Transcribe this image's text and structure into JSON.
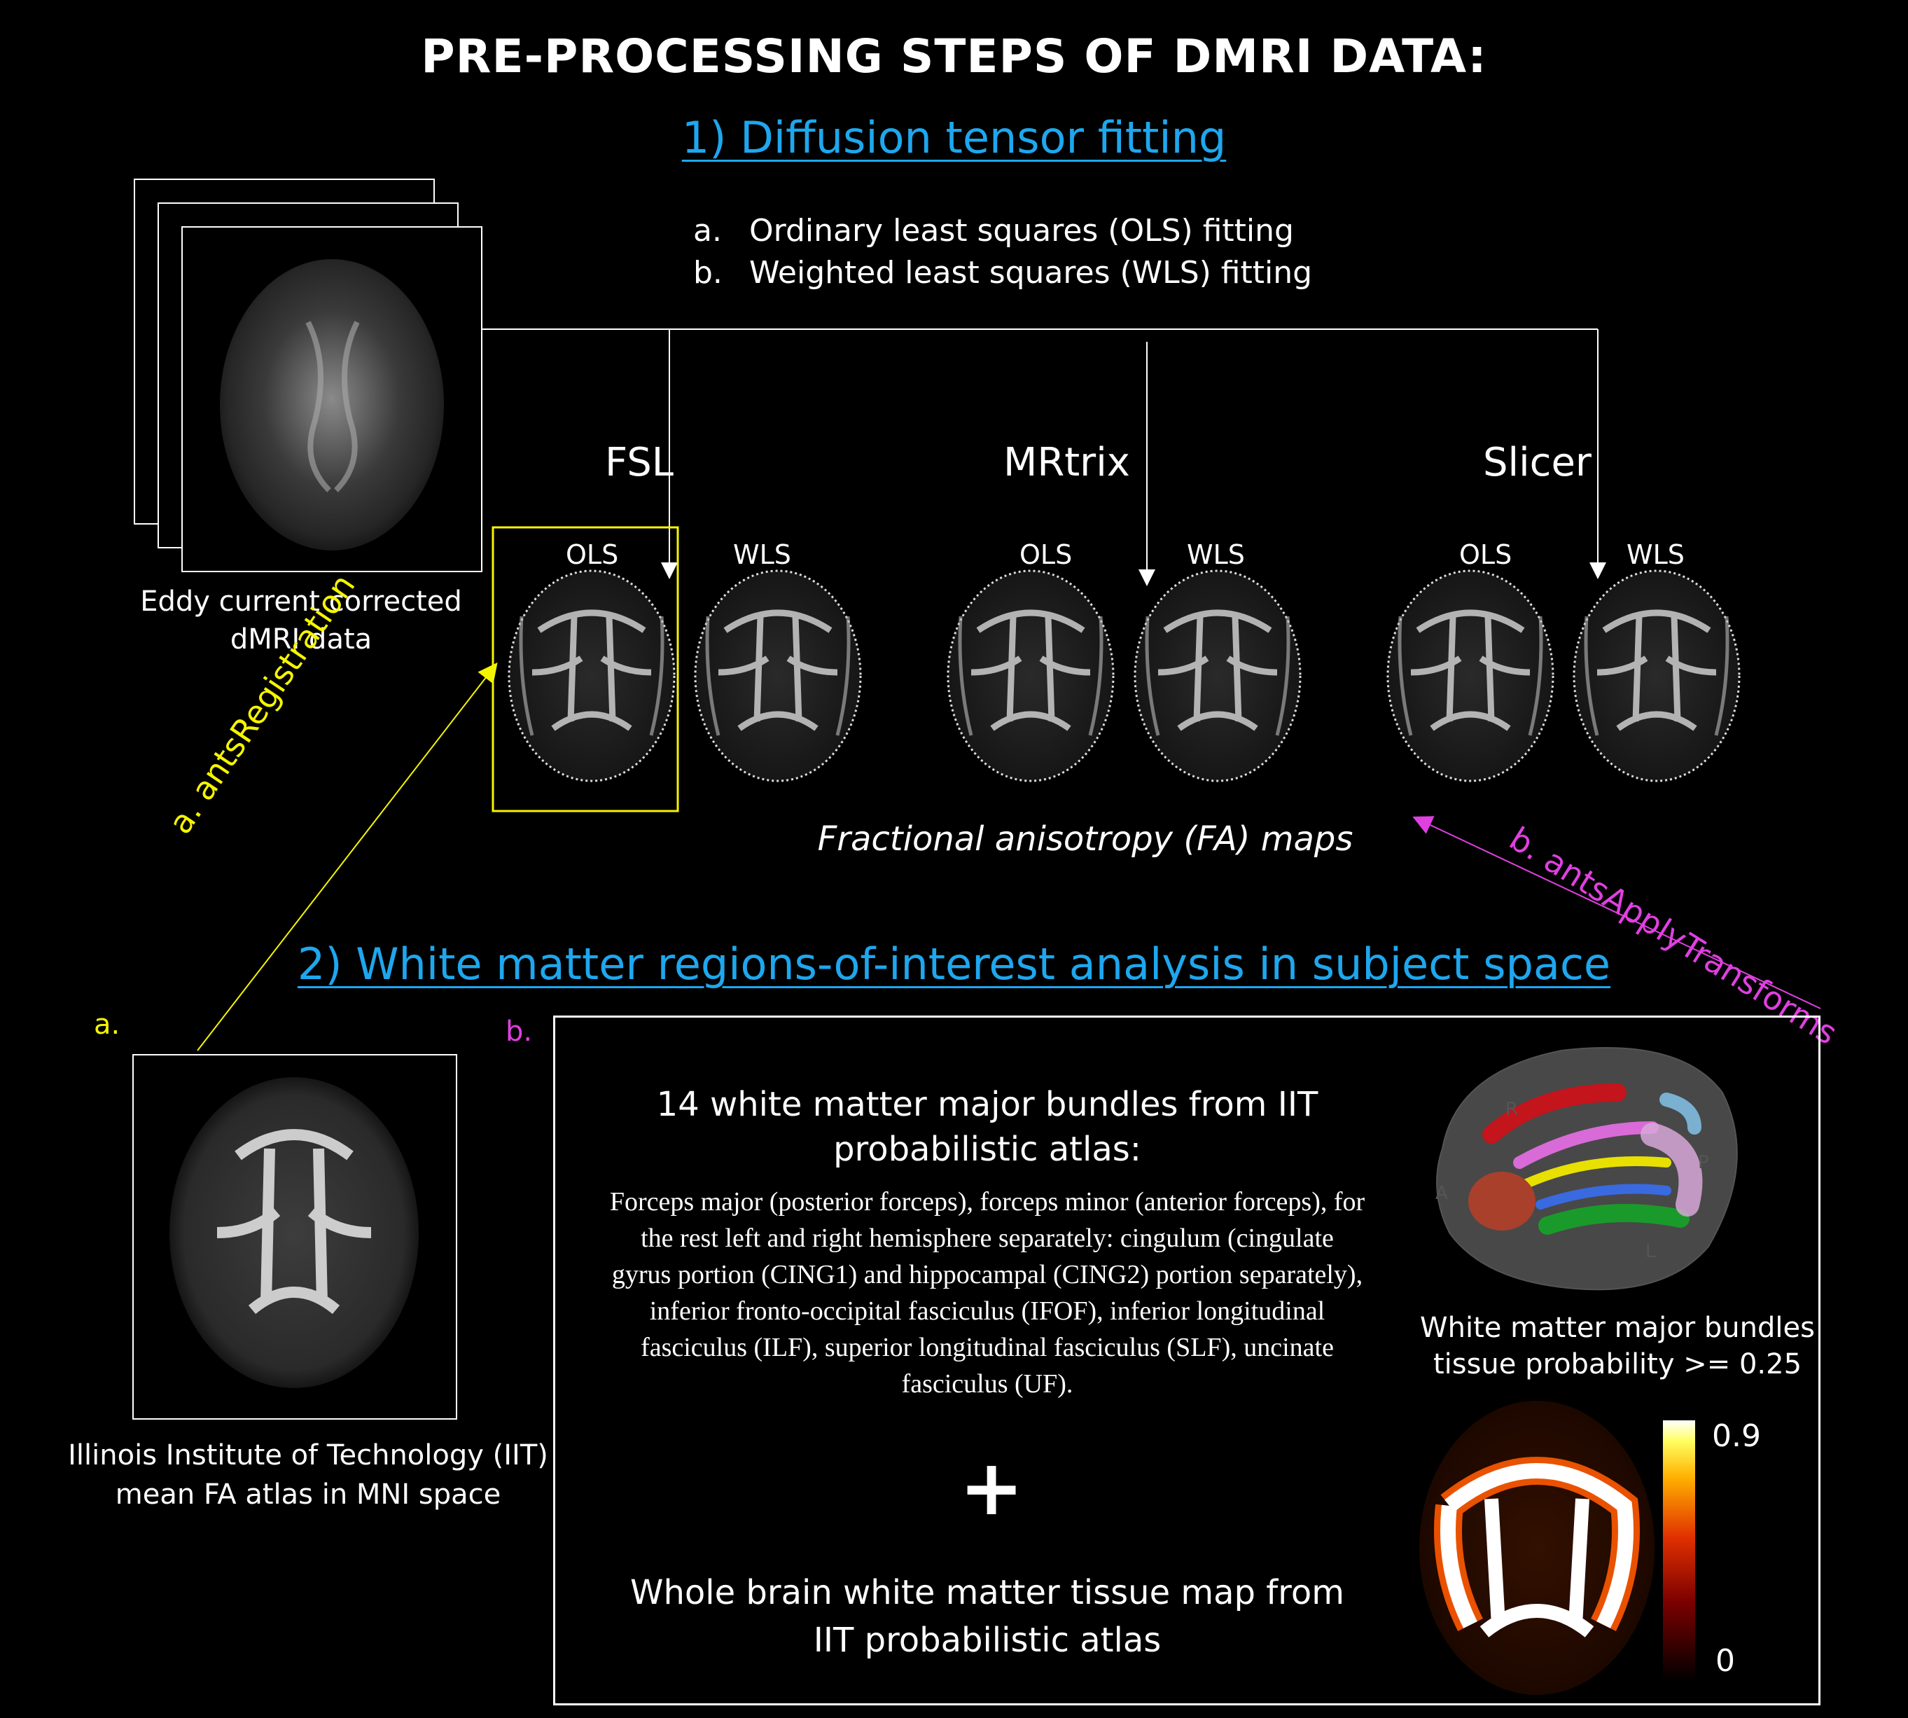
{
  "title": "PRE-PROCESSING STEPS OF DMRI DATA:",
  "step1": {
    "heading": "1) Diffusion tensor fitting",
    "methods": [
      {
        "key": "a.",
        "text": "Ordinary least squares (OLS) fitting"
      },
      {
        "key": "b.",
        "text": "Weighted least squares (WLS) fitting"
      }
    ]
  },
  "input": {
    "caption": "Eddy current corrected dMRI data"
  },
  "tools": [
    {
      "name": "FSL",
      "ols": "OLS",
      "wls": "WLS"
    },
    {
      "name": "MRtrix",
      "ols": "OLS",
      "wls": "WLS"
    },
    {
      "name": "Slicer",
      "ols": "OLS",
      "wls": "WLS"
    }
  ],
  "fa_caption": "Fractional anisotropy (FA) maps",
  "step2": {
    "heading": "2) White matter regions-of-interest analysis in subject space",
    "label_a": "a.",
    "label_b": "b.",
    "arrow_a": "a. antsRegistration",
    "arrow_b": "b. antsApplyTransforms",
    "atlas_caption": "Illinois Institute of Technology (IIT) mean FA atlas in MNI space",
    "bundles_heading": "14 white matter major bundles from IIT probabilistic atlas:",
    "bundles_text": "Forceps major (posterior forceps), forceps minor (anterior forceps), for the rest left and right hemisphere separately: cingulum (cingulate gyrus portion (CING1) and hippocampal (CING2) portion separately), inferior fronto-occipital fasciculus (IFOF), inferior longitudinal fasciculus (ILF), superior longitudinal fasciculus (SLF), uncinate fasciculus (UF).",
    "plus": "+",
    "wholebrain_text": "Whole brain white matter tissue map from IIT probabilistic atlas",
    "bundles_render_caption": "White matter major bundles tissue probability >= 0.25",
    "orientation": {
      "R": "R",
      "A": "A",
      "P": "P",
      "L": "L"
    },
    "colorbar": {
      "max": "0.9",
      "min": "0"
    }
  },
  "colors": {
    "heading": "#1ea7ee",
    "registration": "#f5f500",
    "transforms": "#e040e0"
  }
}
